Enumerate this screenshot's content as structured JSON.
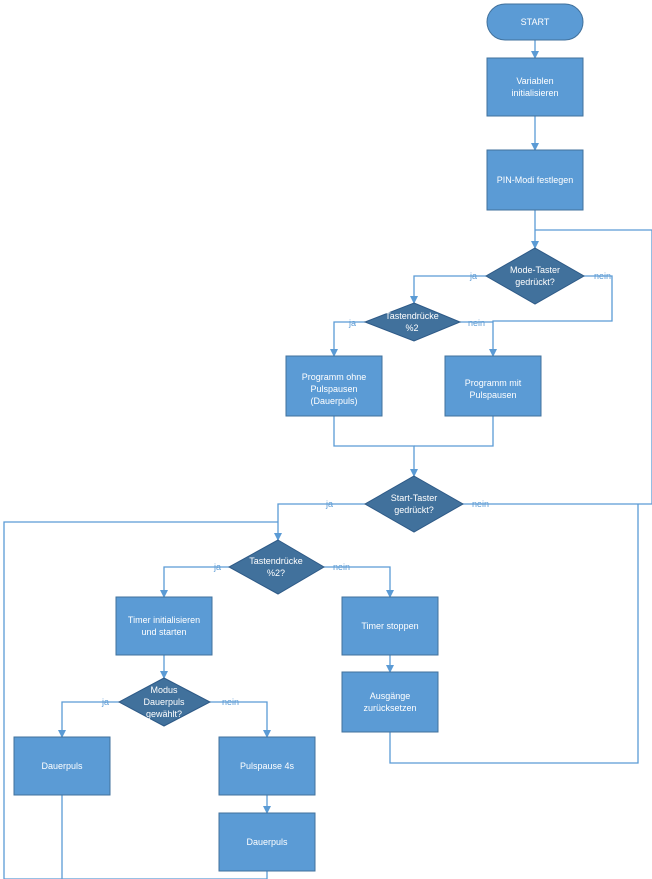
{
  "colors": {
    "box": "#5b9bd5",
    "decision": "#41719c",
    "connector": "#5b9bd5",
    "label": "#5b9bd5"
  },
  "nodes": {
    "start": {
      "lines": [
        "START"
      ]
    },
    "init": {
      "lines": [
        "Variablen",
        "initialisieren"
      ]
    },
    "pinmode": {
      "lines": [
        "PIN-Modi festlegen"
      ]
    },
    "mode_taster": {
      "lines": [
        "Mode-Taster",
        "gedrückt?"
      ]
    },
    "tast1": {
      "lines": [
        "Tastendrücke",
        "%2"
      ]
    },
    "prog_ohne": {
      "lines": [
        "Programm ohne",
        "Pulspausen",
        "(Dauerpuls)"
      ]
    },
    "prog_mit": {
      "lines": [
        "Programm mit",
        "Pulspausen"
      ]
    },
    "start_taster": {
      "lines": [
        "Start-Taster",
        "gedrückt?"
      ]
    },
    "tast2": {
      "lines": [
        "Tastendrücke",
        "%2?"
      ]
    },
    "timer_init": {
      "lines": [
        "Timer initialisieren",
        "und starten"
      ]
    },
    "timer_stop": {
      "lines": [
        "Timer stoppen"
      ]
    },
    "modus": {
      "lines": [
        "Modus",
        "Dauerpuls",
        "gewählt?"
      ]
    },
    "ausgaenge": {
      "lines": [
        "Ausgänge",
        "zurücksetzen"
      ]
    },
    "dauerpuls1": {
      "lines": [
        "Dauerpuls"
      ]
    },
    "pulspause": {
      "lines": [
        "Pulspause 4s"
      ]
    },
    "dauerpuls2": {
      "lines": [
        "Dauerpuls"
      ]
    }
  },
  "labels": {
    "ja1": "ja",
    "nein1": "nein",
    "ja2": "ja",
    "nein2": "nein",
    "ja3": "ja",
    "nein3": "nein",
    "ja4": "ja",
    "nein4": "nein",
    "ja5": "ja",
    "nein5": "nein"
  }
}
